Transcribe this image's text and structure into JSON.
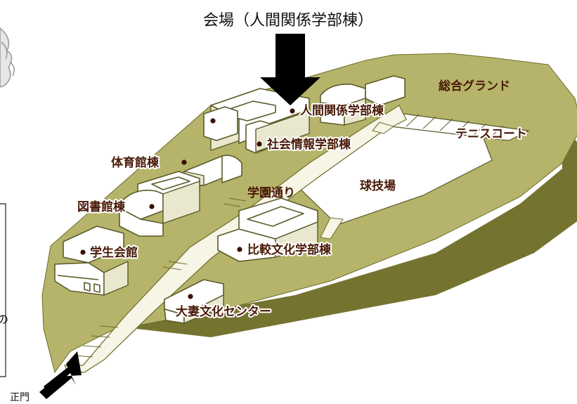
{
  "venue_caption": "会場（人間関係学部棟）",
  "main_gate_label": "正門",
  "buildings": {
    "ningen_kankei": "人間関係学部棟",
    "shakai_joho": "社会情報学部棟",
    "taiiku": "体育館棟",
    "tosho": "図書館棟",
    "gakusei_kaikan": "学生会館",
    "hikaku_bunka": "比較文化学部棟",
    "tsuma_bunka": "大妻文化センター"
  },
  "areas": {
    "sogo_ground": "総合グランド",
    "tennis_court": "テニスコート",
    "kyugijo": "球技場",
    "gakuen_dori": "学園通り"
  },
  "left_panel_partial_text": "の",
  "colors": {
    "ground_top": "#b5b46a",
    "ground_side": "#757330",
    "road": "#f6f5e6",
    "label": "#4a1a08",
    "arrow": "#000000"
  }
}
